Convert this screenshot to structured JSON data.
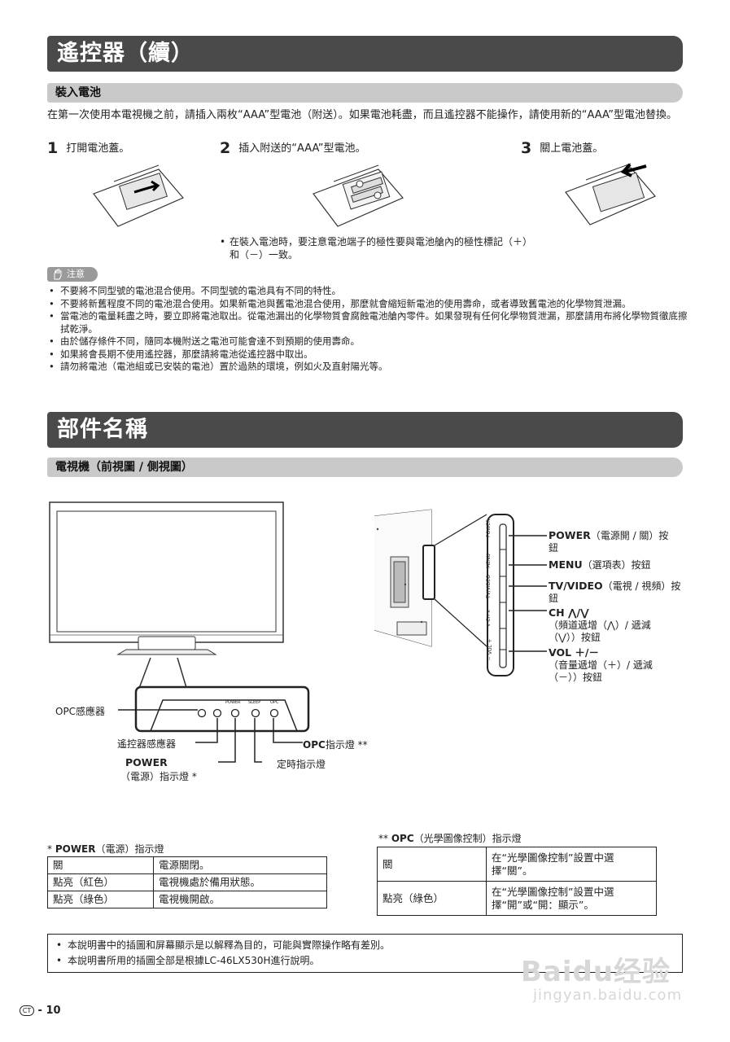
{
  "section1": {
    "title": "遙控器（續）",
    "subtitle": "裝入電池",
    "intro": "在第一次使用本電視機之前，請插入兩枚“AAA”型電池（附送）。如果電池耗盡，而且遙控器不能操作，請使用新的“AAA”型電池替換。",
    "steps": [
      {
        "num": "1",
        "text": "打開電池蓋。"
      },
      {
        "num": "2",
        "text": "插入附送的“AAA”型電池。"
      },
      {
        "num": "3",
        "text": "關上電池蓋。"
      }
    ],
    "polarity_note": "在裝入電池時，要注意電池端子的極性要與電池艙內的極性標記（＋）和（－）一致。",
    "caution_label": "注意",
    "cautions": [
      "不要將不同型號的電池混合使用。不同型號的電池具有不同的特性。",
      "不要將新舊程度不同的電池混合使用。如果新電池與舊電池混合使用，那麼就會縮短新電池的使用壽命，或者導致舊電池的化學物質泄漏。",
      "當電池的電量耗盡之時，要立即將電池取出。從電池漏出的化學物質會腐蝕電池艙內零件。如果發現有任何化學物質泄漏，那麼請用布將化學物質徹底擦拭乾淨。",
      "由於儲存條件不同，隨同本機附送之電池可能會達不到預期的使用壽命。",
      "如果將會長期不使用遙控器，那麼請將電池從遙控器中取出。",
      "請勿將電池（電池組或已安裝的電池）置於過熱的環境，例如火及直射陽光等。"
    ]
  },
  "section2": {
    "title": "部件名稱",
    "subtitle": "電視機（前視圖 / 側視圖）",
    "front_labels": {
      "opc_sensor": "OPC感應器",
      "remote_sensor": "遙控器感應器",
      "power_bold": "POWER",
      "power_sub": "（電源）指示燈 *",
      "opc_ind_bold": "OPC",
      "opc_ind_rest": "指示燈 **",
      "timer": "定時指示燈",
      "led_power": "POWER",
      "led_sleep": "SLEEP",
      "led_opc": "OPC"
    },
    "side_buttons": [
      {
        "bold": "POWER",
        "text": "（電源開 / 關）按鈕"
      },
      {
        "bold": "MENU",
        "text": "（選項表）按鈕"
      },
      {
        "bold": "TV/VIDEO",
        "text": "（電視 / 視頻）按鈕"
      },
      {
        "bold": "CH ⋀/⋁",
        "text": "（頻道遞增（⋀）/ 遞減（⋁））按鈕"
      },
      {
        "bold": "VOL ＋/－",
        "text": "（音量遞增（＋）/ 遞減（－））按鈕"
      }
    ],
    "side_strip_labels": [
      "POWER",
      "MENU",
      "TV/VIDEO",
      "∨ CH ∧",
      "－ VOL ＋"
    ]
  },
  "table1": {
    "caption_prefix": "* ",
    "caption_bold": "POWER",
    "caption_rest": "（電源）指示燈",
    "rows": [
      [
        "關",
        "電源關閉。"
      ],
      [
        "點亮（紅色）",
        "電視機處於備用狀態。"
      ],
      [
        "點亮（綠色）",
        "電視機開啟。"
      ]
    ]
  },
  "table2": {
    "caption_prefix": "** ",
    "caption_bold": "OPC",
    "caption_rest": "（光學圖像控制）指示燈",
    "rows": [
      [
        "關",
        "在“光學圖像控制”設置中選擇“關”。"
      ],
      [
        "點亮（綠色）",
        "在“光學圖像控制”設置中選擇“開”或“開：顯示”。"
      ]
    ]
  },
  "footnotes": [
    "本說明書中的插圖和屏幕顯示是以解釋為目的，可能與實際操作略有差別。",
    "本說明書所用的插圖全部是根據LC-46LX530H進行說明。"
  ],
  "page": {
    "badge": "CT",
    "number": "10"
  },
  "watermark": {
    "brand": "Baidu经验",
    "url": "jingyan.baidu.com"
  }
}
